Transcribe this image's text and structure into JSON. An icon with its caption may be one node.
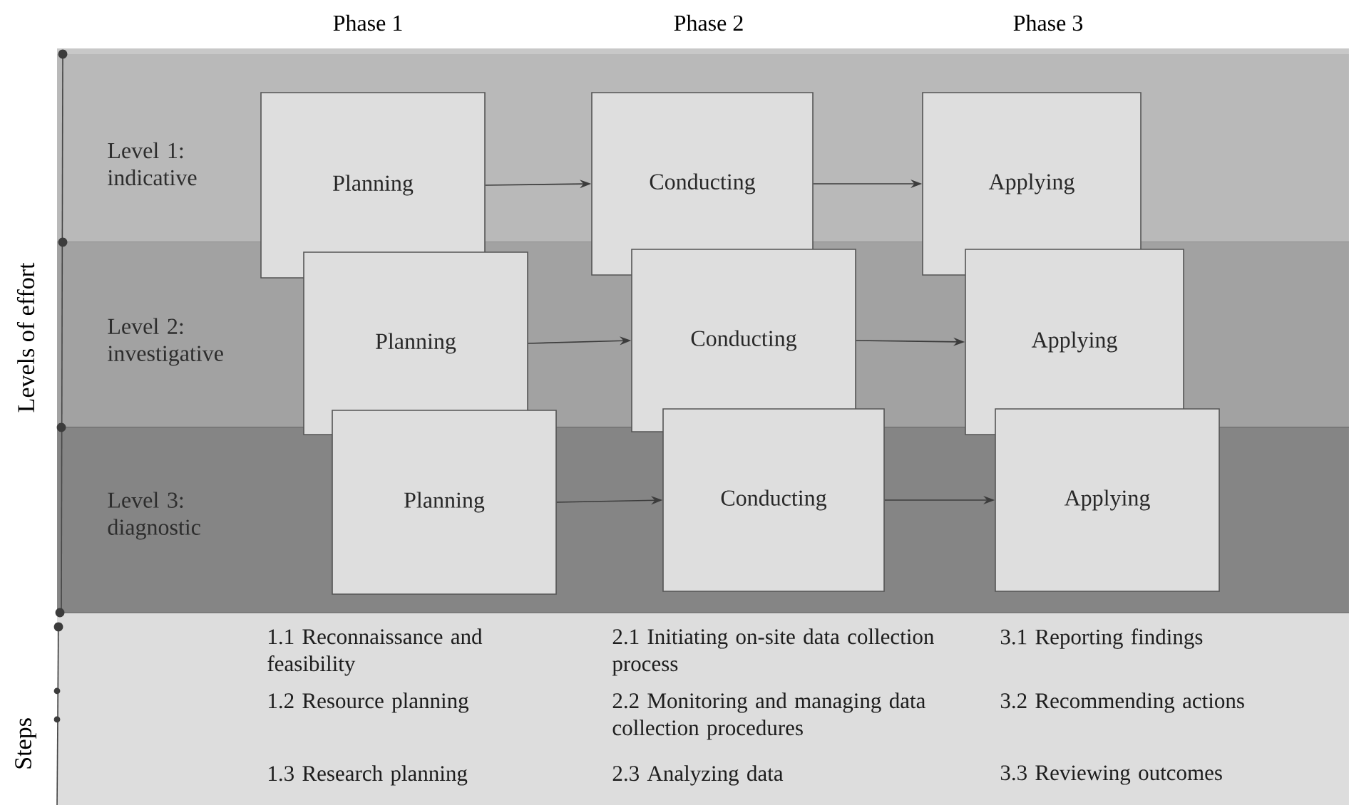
{
  "diagram": {
    "nodes": [
      {
        "text": [
          "Planning"
        ]
      },
      {
        "text": [
          "Conducting"
        ]
      },
      {
        "text": [
          "Applying"
        ]
      },
      {
        "text": [
          "Planning"
        ]
      },
      {
        "text": [
          "Conducting"
        ]
      },
      {
        "text": [
          "Applying"
        ]
      },
      {
        "text": [
          "Planning"
        ]
      },
      {
        "text": [
          "Conducting"
        ]
      },
      {
        "text": [
          "Applying"
        ]
      }
    ],
    "edges": [
      {
        "from": 0,
        "to": 1,
        "arrow": "to"
      },
      {
        "from": 1,
        "to": 2,
        "arrow": "to"
      },
      {
        "from": 3,
        "to": 4,
        "arrow": "to"
      },
      {
        "from": 4,
        "to": 5,
        "arrow": "to"
      },
      {
        "from": 6,
        "to": 7,
        "arrow": "to"
      },
      {
        "from": 7,
        "to": 8,
        "arrow": "to"
      }
    ],
    "labels": [
      "Phase 1",
      "Phase 2",
      "Phase 3",
      "Levels of effort",
      "Level 1: indicative",
      "Level 2: investigative",
      "Level 3: diagnostic",
      "Steps",
      "1.1 Reconnaissance and feasibility",
      "2.1 Initiating on-site data collection process",
      "3.1 Reporting findings",
      "1.2 Resource planning",
      "2.2 Monitoring and managing data collection procedures",
      "3.2 Recommending actions",
      "1.3 Research planning",
      "2.3 Analyzing data",
      "3.3 Reviewing outcomes"
    ]
  }
}
